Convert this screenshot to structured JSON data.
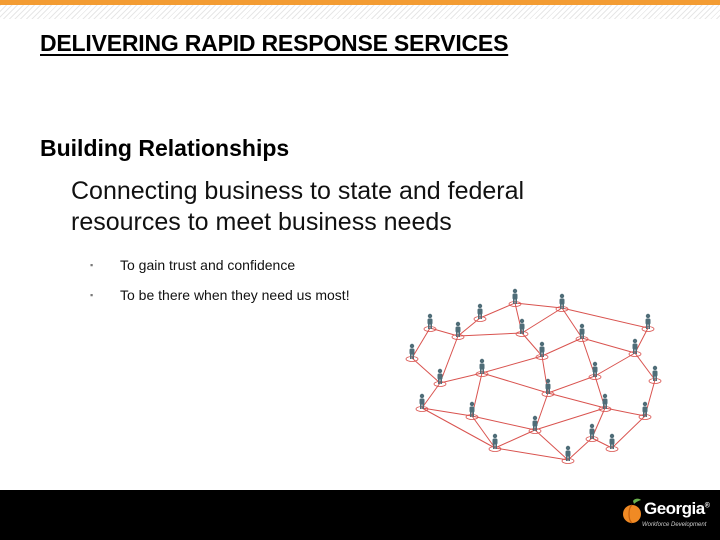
{
  "slide": {
    "title": "DELIVERING RAPID RESPONSE SERVICES",
    "subtitle": "Building Relationships",
    "lead": "Connecting business to state and federal resources to meet business needs",
    "bullets": [
      "To gain trust and confidence",
      "To be there when they need us most!"
    ]
  },
  "footer": {
    "logo_text": "Georgia",
    "logo_mark": "®",
    "logo_subtitle": "Workforce Development"
  },
  "colors": {
    "accent": "#f39c33",
    "network_line": "#d9534f",
    "person": "#4f6d78",
    "footer_bg": "#000000"
  },
  "icons": [
    "person-icon",
    "georgia-peach-icon"
  ]
}
